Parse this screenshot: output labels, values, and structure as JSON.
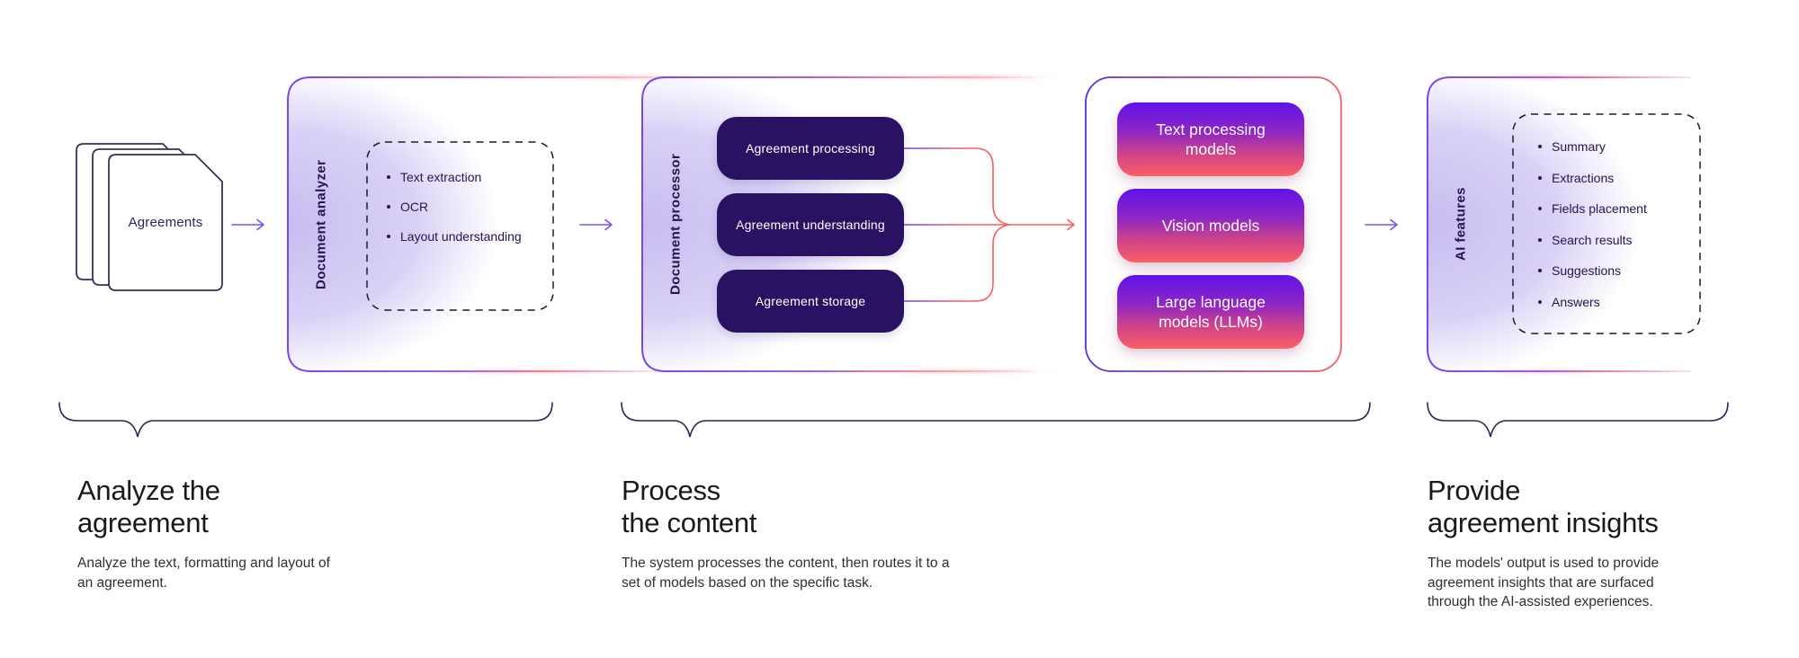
{
  "palette": {
    "purple_arrow": "#7b4ff2",
    "panel_border_purple": "#7a45f0",
    "panel_fill_lavender": "#c8bdf0",
    "connector_red": "#f95e63",
    "connector_purple": "#6b46e5",
    "dark_box_bg": "#2a1263",
    "model_gradient_top": "#6013e9",
    "model_gradient_bottom": "#fc5f65",
    "brace_stroke": "#2e2358",
    "label_dark_purple": "#28134f",
    "heading_text": "#1a1a1c",
    "body_text": "#2f2f30"
  },
  "diagram": {
    "input": {
      "label": "Agreements"
    },
    "analyzer": {
      "label": "Document analyzer",
      "items": [
        "Text extraction",
        "OCR",
        "Layout understanding"
      ]
    },
    "processor": {
      "label": "Document processor",
      "stages": [
        "Agreement processing",
        "Agreement understanding",
        "Agreement storage"
      ]
    },
    "models": {
      "items": [
        "Text processing models",
        "Vision models",
        "Large language models (LLMs)"
      ]
    },
    "features": {
      "label": "AI features",
      "items": [
        "Summary",
        "Extractions",
        "Fields placement",
        "Search results",
        "Suggestions",
        "Answers"
      ]
    }
  },
  "sections": [
    {
      "title_lines": [
        "Analyze the",
        "agreement"
      ],
      "description_lines": [
        "Analyze the text, formatting and layout of",
        "an agreement."
      ]
    },
    {
      "title_lines": [
        "Process",
        "the content"
      ],
      "description_lines": [
        "The system processes the content, then routes it to a",
        "set of models based on the specific task."
      ]
    },
    {
      "title_lines": [
        "Provide",
        "agreement insights"
      ],
      "description_lines": [
        "The models' output is used to provide",
        "agreement insights that are surfaced",
        "through the AI-assisted experiences."
      ]
    }
  ]
}
